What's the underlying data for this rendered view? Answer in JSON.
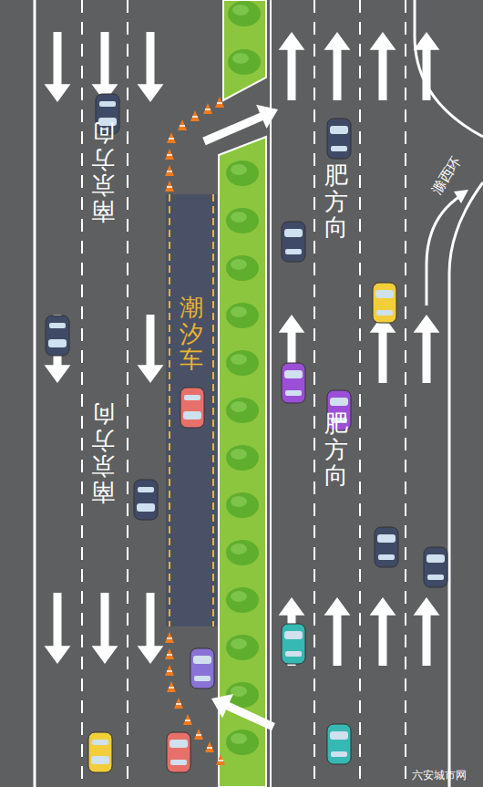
{
  "diagram": {
    "nodes": [
      {
        "text": [
          "潮汐车"
        ]
      }
    ],
    "edges": [],
    "labels": [
      "南京方向",
      "南京方向",
      "肥方向",
      "肥方向",
      "滁西环",
      "六安城市网"
    ]
  }
}
